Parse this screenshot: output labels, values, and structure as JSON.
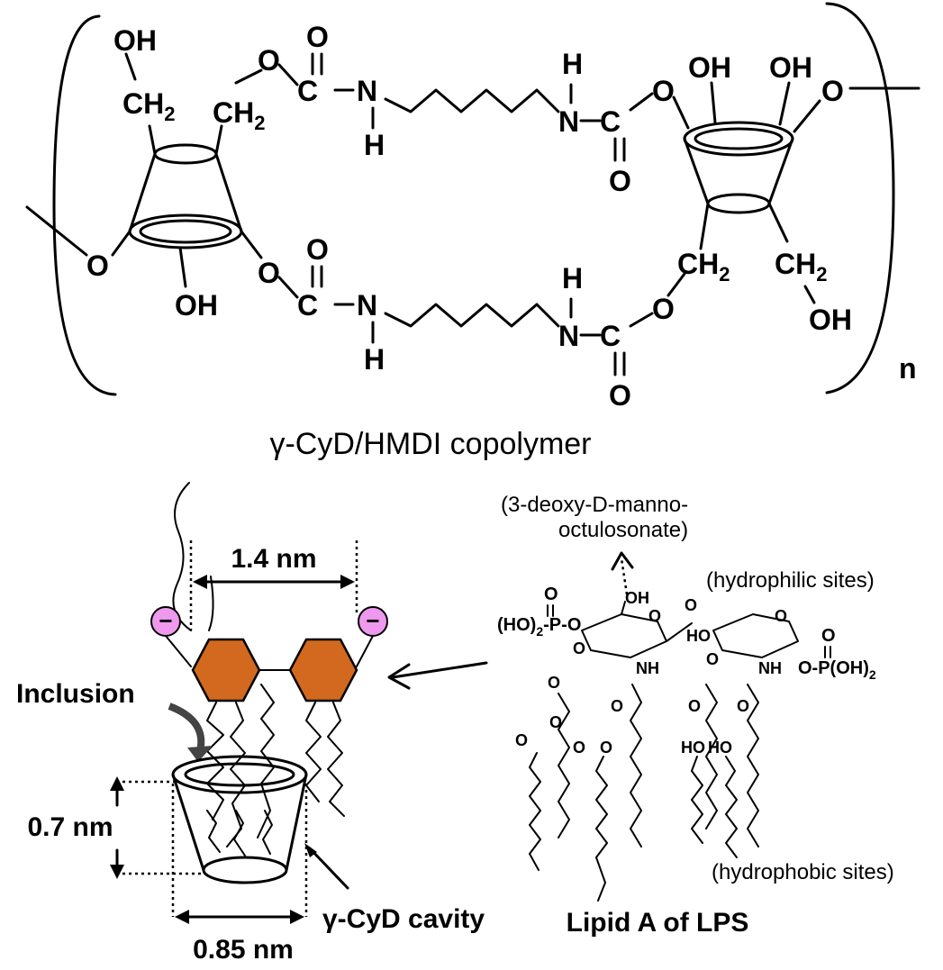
{
  "copolymer": {
    "caption": "γ-CyD/HMDI copolymer",
    "repeat": "n",
    "left_unit": {
      "oh_top": "OH",
      "ch2_a": "CH",
      "ch2_b": "CH",
      "sub2": "2",
      "o_left": "O",
      "oh_bottom": "OH",
      "o_ester_top": "O",
      "o_ester_bottom": "O"
    },
    "right_unit": {
      "oh_1": "OH",
      "oh_2": "OH",
      "o_right": "O",
      "ch2_a": "CH",
      "ch2_b": "CH",
      "sub2": "2",
      "oh_bottom": "OH",
      "o_top": "O",
      "o_bottom": "O"
    },
    "carbamate": {
      "o": "O",
      "c": "C",
      "n": "N",
      "h": "H"
    }
  },
  "inclusion": {
    "width_label": "1.4 nm",
    "inclusion_label": "Inclusion",
    "height_label": "0.7 nm",
    "base_label": "0.85 nm",
    "cavity_label": "γ-CyD cavity",
    "charge": "−"
  },
  "lipid": {
    "kdo_label_1": "(3-deoxy-D-manno-",
    "kdo_label_2": "octulosonate)",
    "hydrophilic": "(hydrophilic sites)",
    "hydrophobic": "(hydrophobic sites)",
    "title": "Lipid A of LPS",
    "phosphate_left": "(HO)",
    "phosphate_left_tail": "P",
    "phosphate_right": "O-P(OH)",
    "sub2": "2",
    "oh": "OH",
    "ho": "HO",
    "nh": "NH",
    "o": "O",
    "p": "P"
  },
  "colors": {
    "hexagon": "#d2691e",
    "charge_fill": "#ee99ee",
    "ink": "#000000"
  }
}
